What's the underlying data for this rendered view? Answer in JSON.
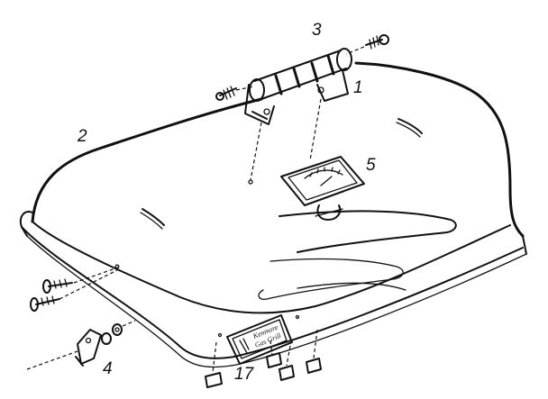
{
  "callouts": [
    {
      "id": "1",
      "label": "1"
    },
    {
      "id": "2",
      "label": "2"
    },
    {
      "id": "3",
      "label": "3"
    },
    {
      "id": "4",
      "label": "4"
    },
    {
      "id": "5",
      "label": "5"
    },
    {
      "id": "17",
      "label": "17"
    }
  ],
  "nameplate": {
    "line1": "Kenmore",
    "line2": "Gas Grill"
  },
  "colors": {
    "ink": "#111111",
    "paper": "#ffffff"
  }
}
